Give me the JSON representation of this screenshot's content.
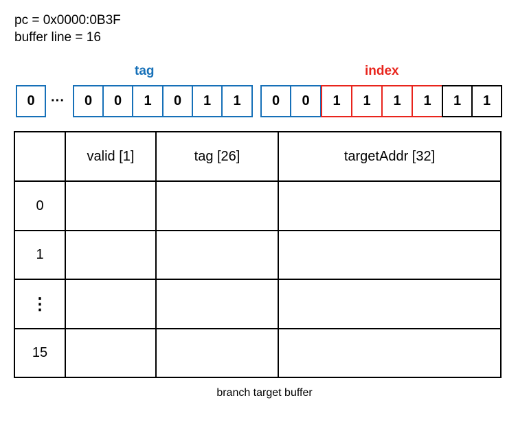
{
  "header": {
    "pc": "pc = 0x0000:0B3F",
    "buffer_line": "buffer line = 16"
  },
  "address_bits": {
    "tag_label": "tag",
    "index_label": "index",
    "ellipsis": "···",
    "bits": [
      "0",
      "0",
      "0",
      "1",
      "0",
      "1",
      "1",
      "0",
      "0",
      "1",
      "1",
      "1",
      "1",
      "1",
      "1"
    ],
    "colors": {
      "tag": "#1670b8",
      "index": "#e8241c",
      "offset": "#000000"
    }
  },
  "btb": {
    "columns": [
      "valid [1]",
      "tag [26]",
      "targetAddr [32]"
    ],
    "rows": [
      "0",
      "1",
      "⋮",
      "15"
    ],
    "caption": "branch target buffer"
  }
}
